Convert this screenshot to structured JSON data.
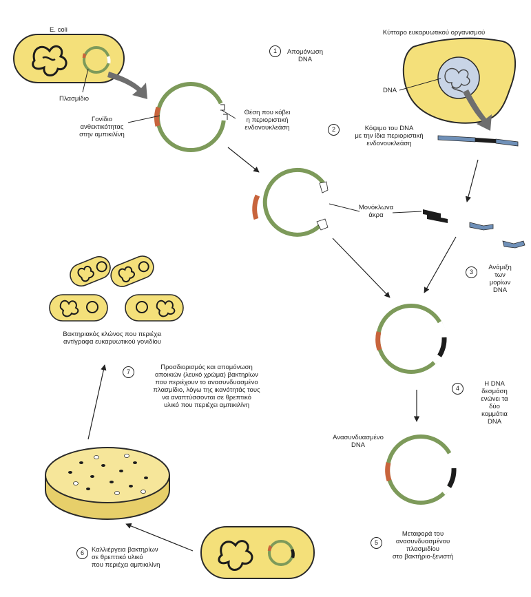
{
  "labels": {
    "ecoli": "E. coli",
    "plasmid": "Πλασμίδιο",
    "amp_gene": "Γονίδιο\nανθεκτικότητας\nστην αμπικιλίνη",
    "cut_site": "Θέση που κόβει\nη περιοριστική\nενδονουκλεάση",
    "euk_cell": "Κύτταρο ευκαρυωτικού οργανισμού",
    "dna": "DNA",
    "sticky_ends": "Μονόκλωνα\nάκρα",
    "clone": "Βακτηριακός κλώνος που περιέχει\nαντίγραφα ευκαρυωτικού γονιδίου",
    "recomb_dna": "Ανασυνδυασμένο\nDNA"
  },
  "steps": [
    {
      "num": "1",
      "text": "Απομόνωση\nDNA"
    },
    {
      "num": "2",
      "text": "Κόψιμο του DNA\nμε την ίδια περιοριστική\nενδονουκλεάση"
    },
    {
      "num": "3",
      "text": "Ανάμιξη\nτων μορίων\nDNA"
    },
    {
      "num": "4",
      "text": "Η DNA δεσμάση\nενώνει τα δύο\nκομμάτια DNA"
    },
    {
      "num": "5",
      "text": "Μεταφορά του\nανασυνδυασμένου\nπλασμιδίου\nστο βακτήριο-ξενιστή"
    },
    {
      "num": "6",
      "text": "Καλλιέργεια βακτηρίων\nσε θρεπτικό υλικό\nπου περιέχει αμπικιλίνη"
    },
    {
      "num": "7",
      "text": "Προσδιορισμός και απομόνωση\nαποικιών (λευκό χρώμα) βακτηρίων\nπου περιέχουν το ανασυνδυασμένο\nπλασμίδιο, λόγω της ικανότητάς τους\nνα αναπτύσσονται σε θρεπτικό\nυλικό που περιέχει αμπικιλίνη"
    }
  ],
  "colors": {
    "cell_fill": "#f4e07a",
    "plasmid_green": "#7d9a5a",
    "amp_orange": "#c8643c",
    "euk_dna_blue": "#6f90b8",
    "euk_dna_black": "#1c1c1c"
  }
}
